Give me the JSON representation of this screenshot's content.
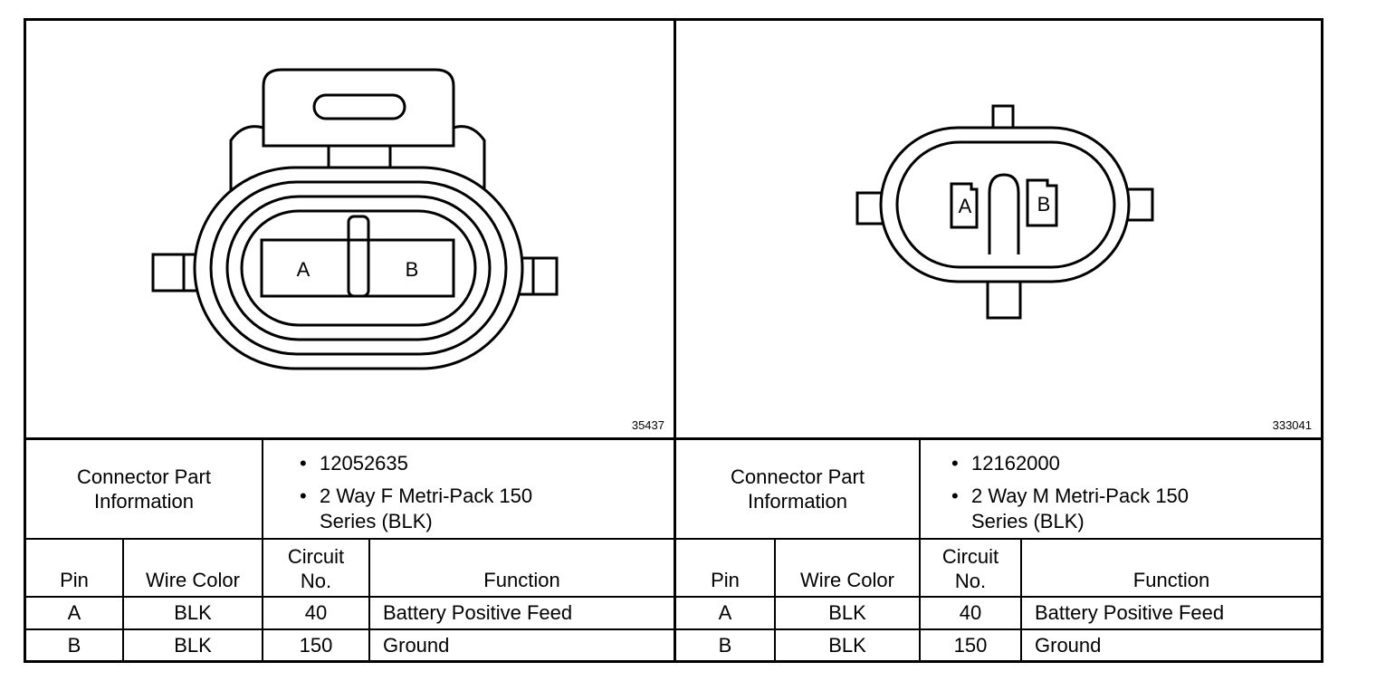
{
  "left": {
    "figure_id": "35437",
    "pins": [
      "A",
      "B"
    ],
    "table": {
      "part_label": "Connector Part Information",
      "part_number": "12052635",
      "description_line1": "2 Way F Metri-Pack 150",
      "description_line2": "Series (BLK)",
      "headers": {
        "pin": "Pin",
        "wire_color": "Wire Color",
        "circuit": "Circuit No.",
        "function": "Function"
      },
      "rows": [
        {
          "pin": "A",
          "wire_color": "BLK",
          "circuit": "40",
          "function": "Battery Positive Feed"
        },
        {
          "pin": "B",
          "wire_color": "BLK",
          "circuit": "150",
          "function": "Ground"
        }
      ]
    }
  },
  "right": {
    "figure_id": "333041",
    "pins": [
      "A",
      "B"
    ],
    "table": {
      "part_label": "Connector Part Information",
      "part_number": "12162000",
      "description_line1": "2 Way M Metri-Pack 150",
      "description_line2": "Series (BLK)",
      "headers": {
        "pin": "Pin",
        "wire_color": "Wire Color",
        "circuit": "Circuit No.",
        "function": "Function"
      },
      "rows": [
        {
          "pin": "A",
          "wire_color": "BLK",
          "circuit": "40",
          "function": "Battery Positive Feed"
        },
        {
          "pin": "B",
          "wire_color": "BLK",
          "circuit": "150",
          "function": "Ground"
        }
      ]
    }
  },
  "bullet": "•"
}
